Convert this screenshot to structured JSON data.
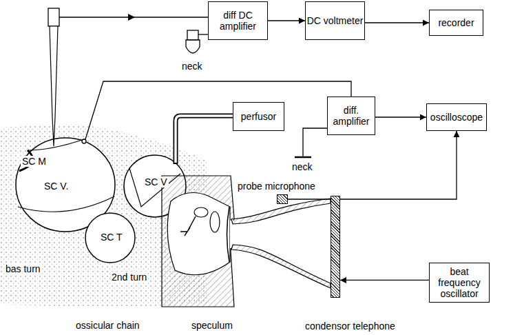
{
  "diagram": {
    "nodes": [
      {
        "text": [
          "diff DC amplifier"
        ]
      },
      {
        "text": [
          "DC voltmeter"
        ]
      },
      {
        "text": [
          "recorder"
        ]
      },
      {
        "text": [
          "perfusor"
        ]
      },
      {
        "text": [
          "diff. amplifier"
        ]
      },
      {
        "text": [
          "oscilloscope"
        ]
      },
      {
        "text": [
          "probe microphone"
        ]
      },
      {
        "text": [
          "beat frequency oscillator"
        ]
      },
      {
        "text": [
          "condensor telephone"
        ]
      }
    ],
    "edges": [
      {
        "from": 0,
        "to": 1,
        "arrow": "to"
      },
      {
        "from": 1,
        "to": 2,
        "arrow": "to"
      },
      {
        "from": 4,
        "to": 5,
        "arrow": "to"
      },
      {
        "from": 6,
        "to": 5,
        "arrow": "to"
      },
      {
        "from": 7,
        "to": 8,
        "arrow": "to"
      }
    ],
    "labels": [
      "neck",
      "SC M",
      "SC V.",
      "SC V",
      "SC T",
      "neck",
      "bas turn",
      "2nd turn",
      "ossicular chain",
      "speculum"
    ]
  }
}
